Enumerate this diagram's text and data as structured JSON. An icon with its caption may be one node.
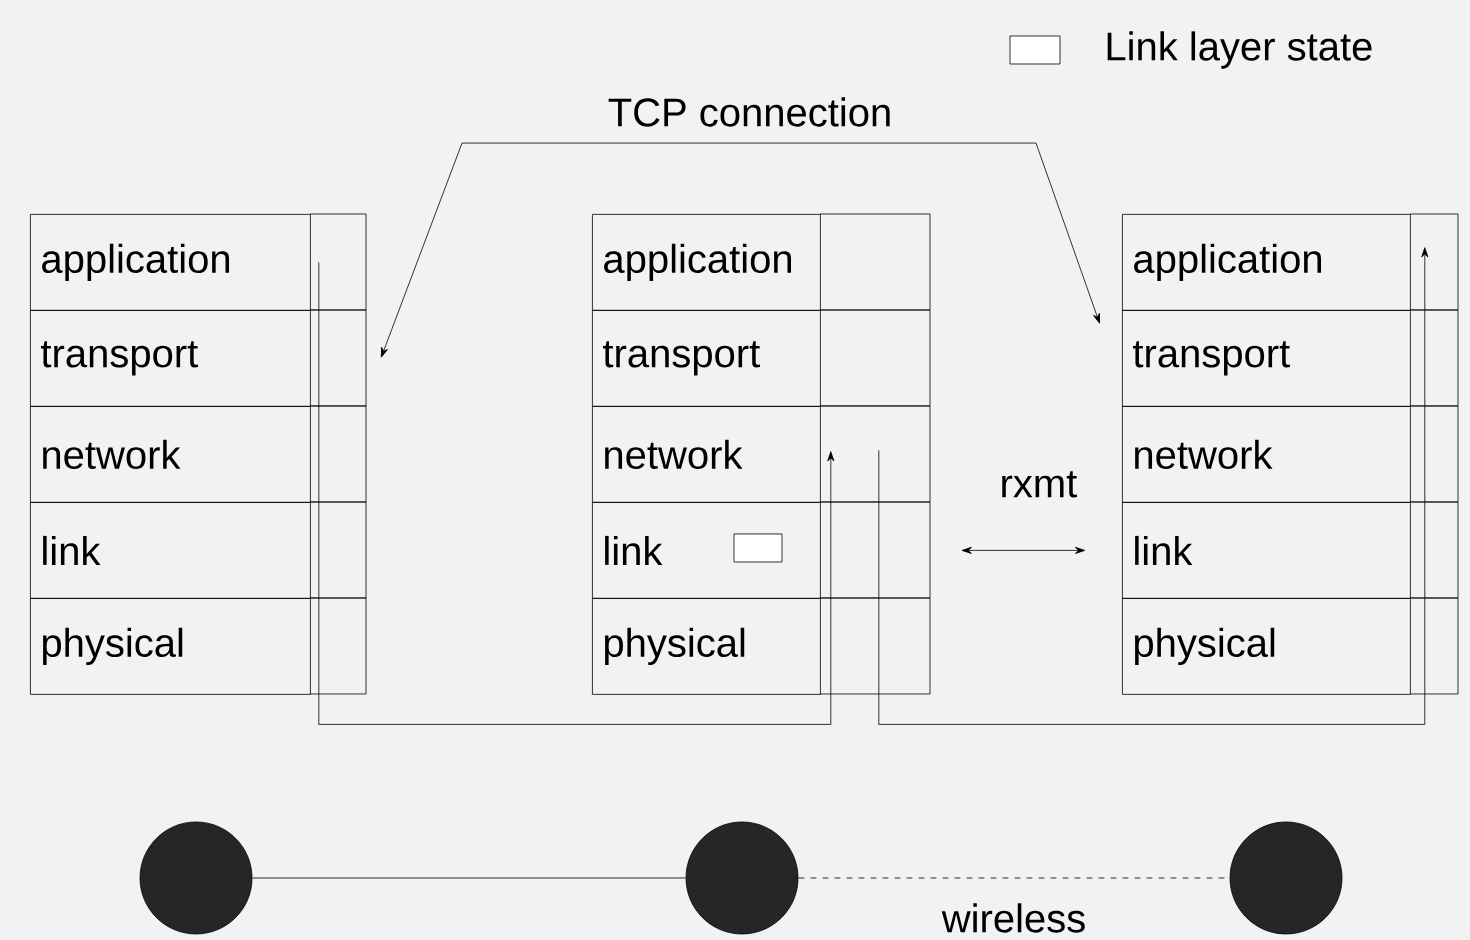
{
  "diagram": {
    "nodes": [
      {
        "text": [
          "application"
        ]
      },
      {
        "text": [
          "transport"
        ]
      },
      {
        "text": [
          "network"
        ]
      },
      {
        "text": [
          "link"
        ]
      },
      {
        "text": [
          "physical"
        ]
      },
      {
        "text": [
          "application"
        ]
      },
      {
        "text": [
          "transport"
        ]
      },
      {
        "text": [
          "network"
        ]
      },
      {
        "text": [
          "link"
        ]
      },
      {
        "text": [
          "physical"
        ]
      },
      {
        "text": [
          "application"
        ]
      },
      {
        "text": [
          "transport"
        ]
      },
      {
        "text": [
          "network"
        ]
      },
      {
        "text": [
          "link"
        ]
      },
      {
        "text": [
          "physical"
        ]
      },
      {
        "text": [
          "TCP connection"
        ]
      },
      {
        "text": [],
        "shape": "circle"
      },
      {
        "text": [],
        "shape": "circle"
      },
      {
        "text": [],
        "shape": "circle"
      }
    ],
    "edges": [
      {
        "from": 0,
        "to": 7,
        "arrow": "to"
      },
      {
        "from": 7,
        "to": 10,
        "arrow": "to"
      },
      {
        "from": 15,
        "to": 1,
        "arrow": "to"
      },
      {
        "from": 15,
        "to": 11,
        "arrow": "to"
      },
      {
        "from": 8,
        "to": 13,
        "arrow": "both",
        "label": "rxmt"
      },
      {
        "from": 16,
        "to": 17,
        "arrow": "none"
      },
      {
        "from": 17,
        "to": 18,
        "arrow": "none",
        "style": "dashed",
        "label": "wireless"
      }
    ],
    "legend": [
      {
        "text": "Link layer state"
      }
    ]
  }
}
